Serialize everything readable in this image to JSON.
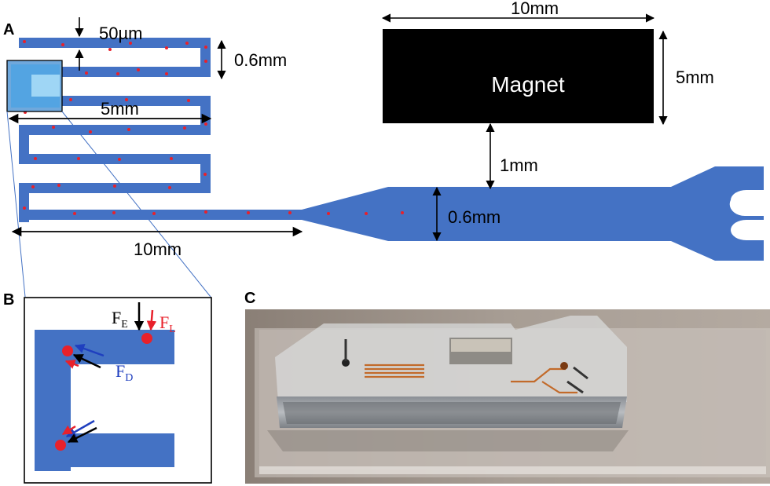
{
  "panel_a": {
    "label": "A",
    "dim_channel_width": "50µm",
    "dim_channel_gap": "0.6mm",
    "dim_serpentine_width": "5mm",
    "dim_outlet_length": "10mm",
    "dim_magnet_width": "10mm",
    "dim_magnet_height": "5mm",
    "dim_magnet_gap": "1mm",
    "dim_wide_channel": "0.6mm",
    "magnet_label": "Magnet"
  },
  "panel_b": {
    "label": "B",
    "force_e": "F",
    "force_e_sub": "E",
    "force_l": "F",
    "force_l_sub": "L",
    "force_d": "F",
    "force_d_sub": "D"
  },
  "panel_c": {
    "label": "C"
  },
  "colors": {
    "channel": "#4472C4",
    "particle": "#E8212B",
    "magnet": "#000000",
    "force_e": "#000000",
    "force_l": "#E8212B",
    "force_d": "#1F3FBF"
  }
}
